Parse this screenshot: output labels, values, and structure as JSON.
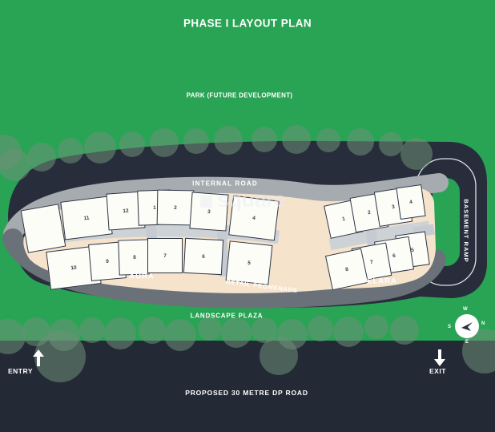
{
  "title": "PHASE I LAYOUT PLAN",
  "labels": {
    "park": "PARK (FUTURE DEVELOPMENT)",
    "internal_road": "INTERNAL ROAD",
    "retail_promenade": "RETAIL PROMENADE",
    "landscape_plaza": "LANDSCAPE PLAZA",
    "basement_ramp": "BASEMENT RAMP",
    "proposed_road": "PROPOSED 30 METRE DP ROAD",
    "entry": "ENTRY",
    "exit": "EXIT"
  },
  "watermark": {
    "text": "square"
  },
  "clusters": {
    "aura": {
      "name": "AURA",
      "buildings": [
        "11",
        "12",
        "1",
        "2",
        "3",
        "4",
        "10",
        "9",
        "8",
        "7",
        "6",
        "5"
      ]
    },
    "elara": {
      "name": "ELARA",
      "buildings": [
        "1",
        "2",
        "3",
        "4",
        "5",
        "6",
        "7",
        "8"
      ]
    }
  },
  "compass": {
    "n": "N",
    "s": "S",
    "e": "E",
    "w": "W"
  },
  "colors": {
    "background_green": "#28a454",
    "site_dark": "#272d3b",
    "dp_road_dark": "#242936",
    "podium_peach": "#f6e3cb",
    "internal_road_gray": "#a6abb0",
    "promenade_gray": "#6b7178",
    "building_white": "#fdfdf8",
    "tree_green_overlay": "rgba(110,143,120,0.55)"
  }
}
